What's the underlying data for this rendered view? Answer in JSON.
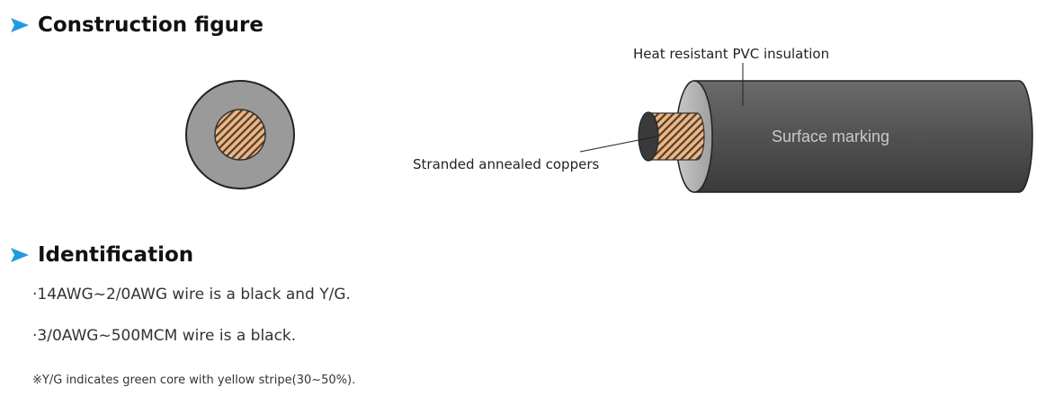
{
  "sections": {
    "construction": {
      "title": "Construction figure"
    },
    "identification": {
      "title": "Identification"
    }
  },
  "figure": {
    "label_insulation": "Heat resistant PVC insulation",
    "label_conductor": "Stranded annealed coppers",
    "label_surface": "Surface marking"
  },
  "identification": {
    "line1": "·14AWG~2/0AWG wire is a black and Y/G.",
    "line2": "·3/0AWG~500MCM wire is a black.",
    "note": "※Y/G indicates green core with yellow stripe(30~50%)."
  },
  "colors": {
    "chevron": "#1f9be0",
    "insulation": "#565656",
    "cross_section_ring": "#9a9a9a",
    "copper": "#e7b88c",
    "copper_stripe": "#5a3a1f"
  }
}
